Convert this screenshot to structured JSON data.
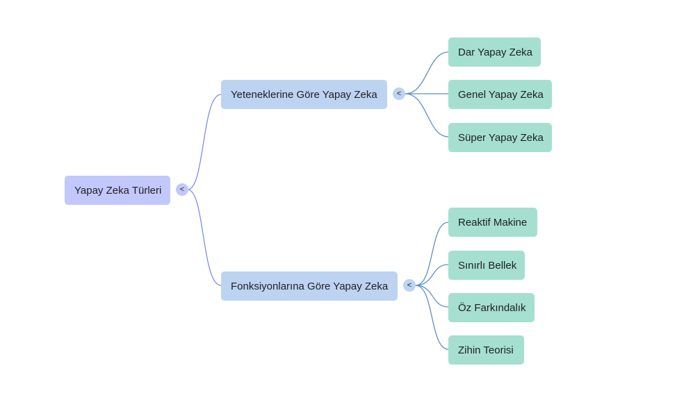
{
  "colors": {
    "root_fill": "#c2c8fb",
    "branch_fill": "#bcd3f1",
    "leaf_fill": "#a5dfd0",
    "root_edge": "#7b8cf0",
    "branch_edge": "#5b8fc4"
  },
  "toggle_glyph": "<",
  "root": {
    "label": "Yapay Zeka Türleri"
  },
  "branches": [
    {
      "label": "Yeteneklerine Göre Yapay Zeka",
      "children": [
        "Dar Yapay Zeka",
        "Genel Yapay Zeka",
        "Süper Yapay Zeka"
      ]
    },
    {
      "label": "Fonksiyonlarına Göre Yapay Zeka",
      "children": [
        "Reaktif Makine",
        "Sınırlı Bellek",
        "Öz Farkındalık",
        "Zihin Teorisi"
      ]
    }
  ]
}
